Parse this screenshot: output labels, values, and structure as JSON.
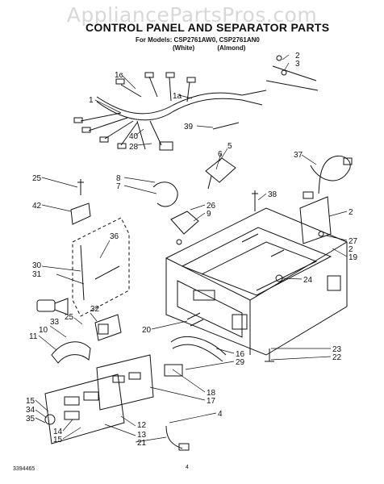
{
  "watermark": "AppliancePartsPros.com",
  "title": "CONTROL PANEL AND SEPARATOR PARTS",
  "models_line": "For Models: CSP2761AW0, CSP2761AN0",
  "variant_white": "(White)",
  "variant_almond": "(Almond)",
  "footer_code": "3394465",
  "page_number": "4",
  "callouts": {
    "c1": "1",
    "c1c": "1c",
    "c1a": "1a",
    "c2a": "2",
    "c3": "3",
    "c40": "40",
    "c28": "28",
    "c39": "39",
    "c5": "5",
    "c6": "6",
    "c37": "37",
    "c8": "8",
    "c7": "7",
    "c25a": "25",
    "c42": "42",
    "c38": "38",
    "c26": "26",
    "c9": "9",
    "c2b": "2",
    "c27": "27",
    "c2c": "2",
    "c19": "19",
    "c36": "36",
    "c30": "30",
    "c31": "31",
    "c24": "24",
    "c32": "32",
    "c25b": "25",
    "c33": "33",
    "c10": "10",
    "c11": "11",
    "c20": "20",
    "c16": "16",
    "c29": "29",
    "c23": "23",
    "c22": "22",
    "c18": "18",
    "c17": "17",
    "c15a": "15",
    "c34": "34",
    "c35": "35",
    "c4": "4",
    "c12": "12",
    "c13": "13",
    "c14": "14",
    "c15b": "15",
    "c21": "21"
  }
}
